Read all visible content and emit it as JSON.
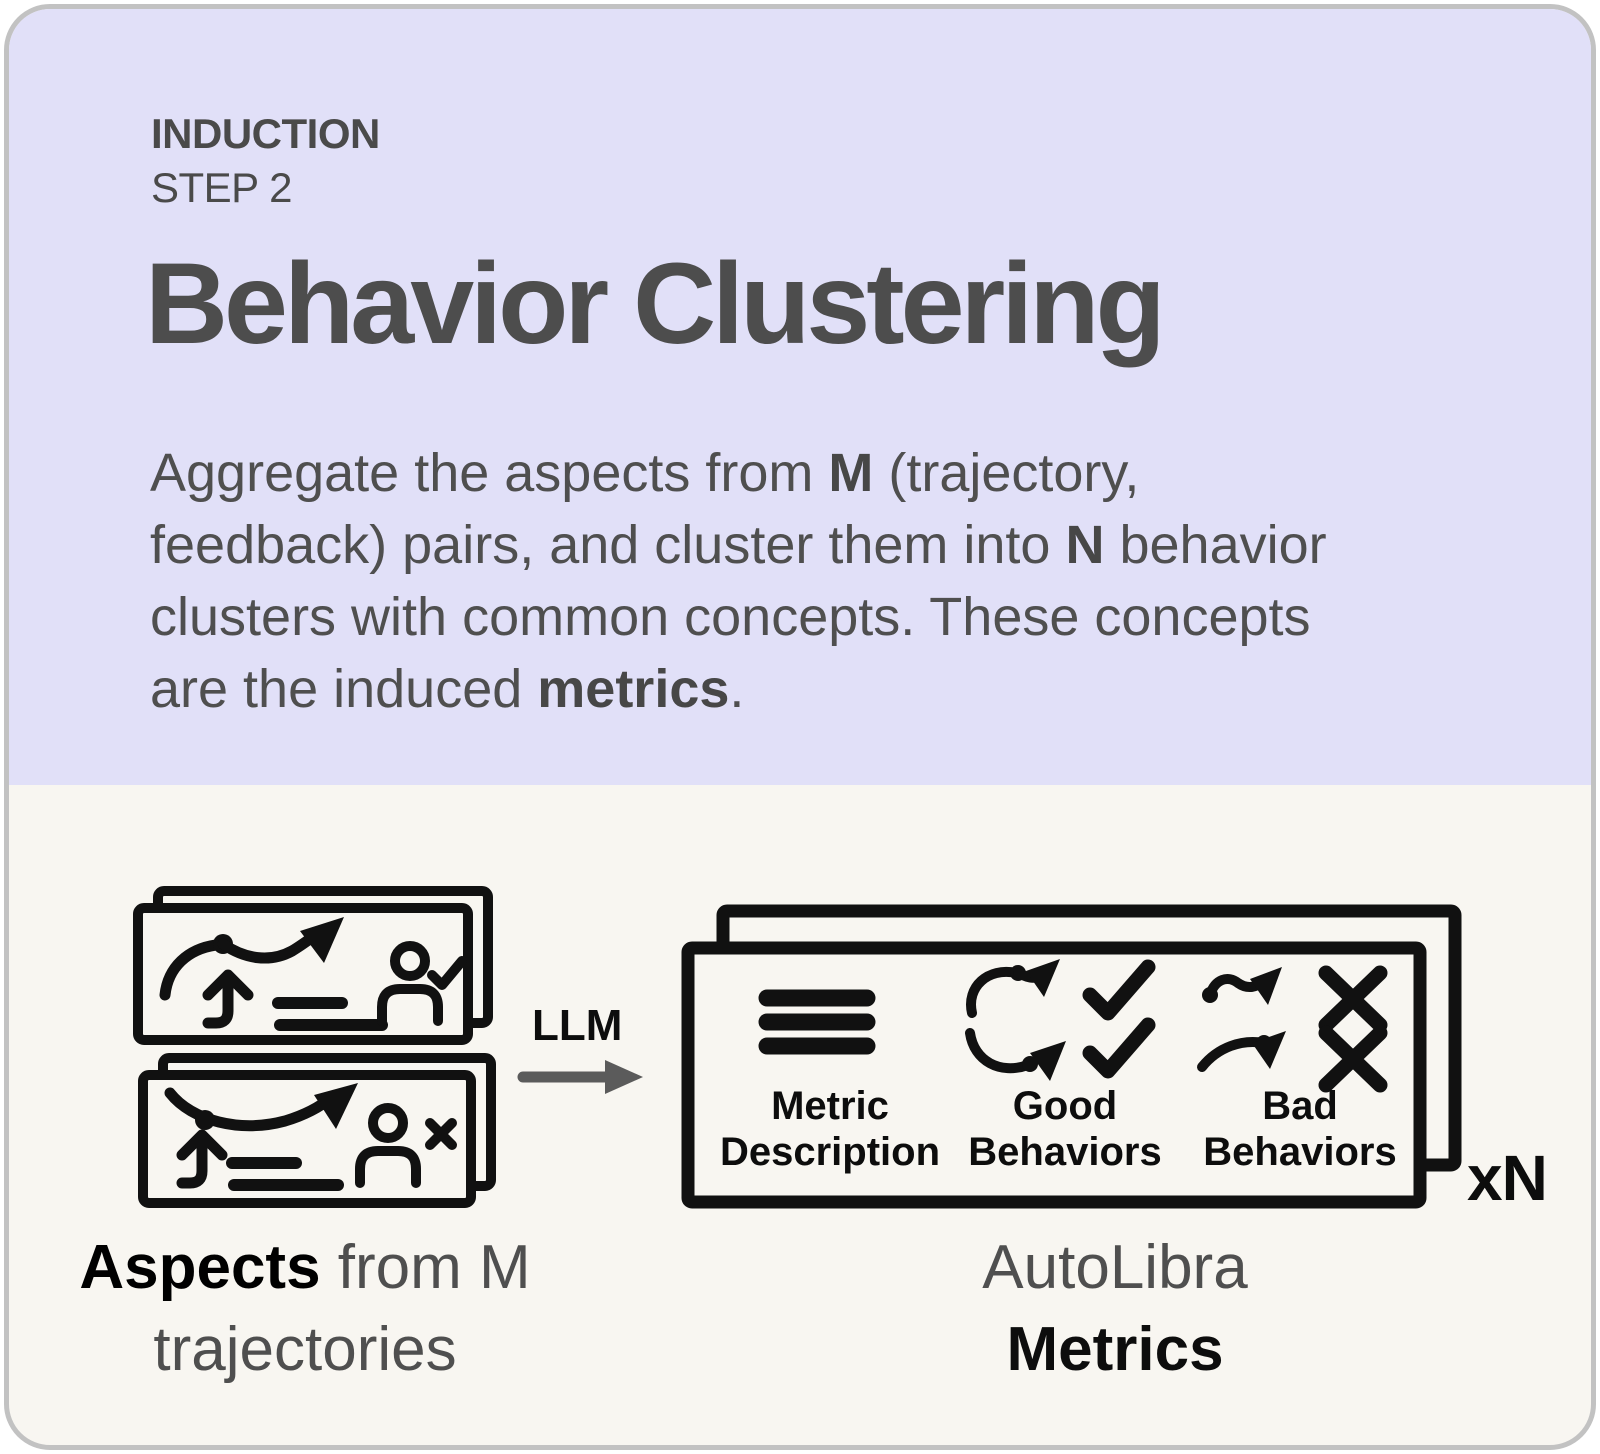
{
  "colors": {
    "top_band": "#E1E0F8",
    "bottom_band": "#F8F6F1",
    "ink": "#0D0D0D",
    "heading_gray": "#4A4A4A",
    "body_gray": "#4F4F4F",
    "arrow_gray": "#5B5B5B",
    "frame_border": "#C2C2C2"
  },
  "header": {
    "process_label": "INDUCTION",
    "step_label": "STEP 2",
    "title": "Behavior Clustering",
    "description": {
      "part1": "Aggregate the aspects from ",
      "bold1": "M",
      "part2": " (trajectory, feedback) pairs, and cluster them into ",
      "bold2": "N",
      "part3": " behavior clusters with common concepts. These concepts are the induced ",
      "bold3": "metrics",
      "part4": "."
    }
  },
  "diagram": {
    "llm_label": "LLM",
    "multiplier_label": "xN",
    "left_caption": {
      "bold": "Aspects",
      "rest": " from M",
      "line2": "trajectories"
    },
    "right_caption": {
      "line1": "AutoLibra",
      "line2": "Metrics"
    },
    "metric_card_columns": [
      {
        "line1": "Metric",
        "line2": "Description",
        "icon": "list-icon"
      },
      {
        "line1": "Good",
        "line2": "Behaviors",
        "icon": "trajectories-check-icon"
      },
      {
        "line1": "Bad",
        "line2": "Behaviors",
        "icon": "trajectories-x-icon"
      }
    ],
    "left_stack_icons": [
      "trajectory-rise-person-check-card",
      "trajectory-dip-person-x-card"
    ]
  }
}
